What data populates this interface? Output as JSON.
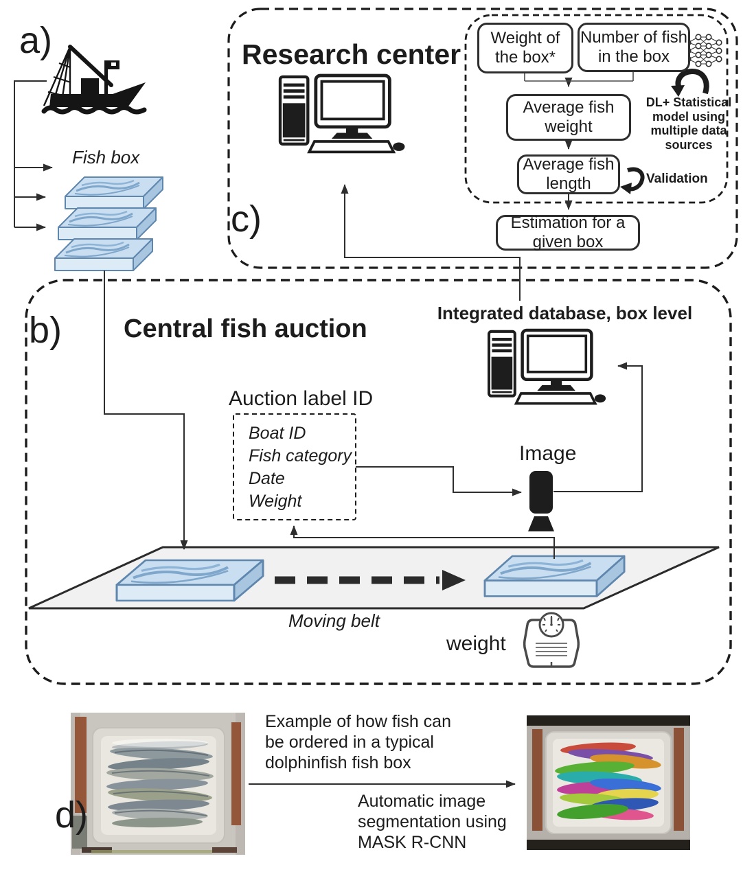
{
  "labels": {
    "a": "a)",
    "b": "b)",
    "c": "c)",
    "d": "d)"
  },
  "section_a": {
    "fish_box_label": "Fish box"
  },
  "section_c": {
    "title": "Research center",
    "flow": {
      "weight_box": "Weight of\nthe box*",
      "number_box": "Number of fish\nin the box",
      "avg_weight": "Average fish\nweight",
      "avg_length": "Average fish\nlength",
      "estimation": "Estimation for a\ngiven box",
      "dl_note": "DL+ Statistical\nmodel using\nmultiple data\nsources",
      "validation": "Validation"
    }
  },
  "section_b": {
    "title": "Central fish auction",
    "auction_label_title": "Auction label ID",
    "auction_fields": [
      "Boat ID",
      "Fish category",
      "Date",
      "Weight"
    ],
    "integrated_db_label": "Integrated database, box level",
    "image_label": "Image",
    "moving_belt_label": "Moving belt",
    "weight_label": "weight"
  },
  "section_d": {
    "caption_example": "Example of how fish can\nbe ordered in a typical\ndolphinfish fish box",
    "caption_segmentation": "Automatic image\nsegmentation using\nMASK R-CNN"
  },
  "icons": {
    "boat": "fishing-boat",
    "computer": "desktop-computer",
    "camera": "overhead-camera",
    "scale": "weighing-scale",
    "neural_network": "neural-network",
    "model_arrow": "cycle-arrow",
    "validation_arrow": "loop-arrow"
  },
  "colors": {
    "ink": "#2e2e2e",
    "fishbox_top": "#c9def0",
    "fishbox_front": "#ddebf7",
    "fishbox_side": "#a9c6e1",
    "belt": "#f1f1f1"
  }
}
